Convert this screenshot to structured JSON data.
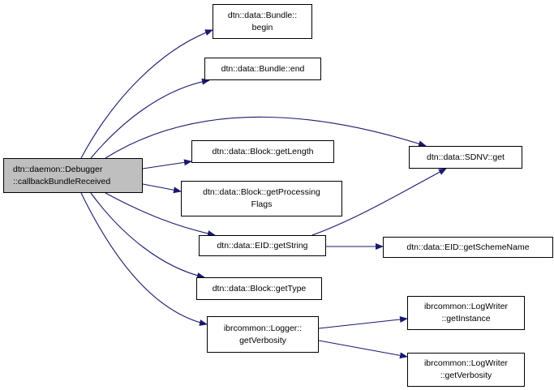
{
  "graph": {
    "edge_color": "#191970",
    "root_fill": "#bfbfbf",
    "nodes": [
      {
        "id": "root",
        "lines": [
          "dtn::daemon::Debugger",
          "::callbackBundleReceived"
        ]
      },
      {
        "id": "bundle_begin",
        "lines": [
          "dtn::data::Bundle::",
          "begin"
        ]
      },
      {
        "id": "bundle_end",
        "lines": [
          "dtn::data::Bundle::end"
        ]
      },
      {
        "id": "sdnv_get",
        "lines": [
          "dtn::data::SDNV::get"
        ]
      },
      {
        "id": "block_getlength",
        "lines": [
          "dtn::data::Block::getLength"
        ]
      },
      {
        "id": "block_getprocessingflags",
        "lines": [
          "dtn::data::Block::getProcessing",
          "Flags"
        ]
      },
      {
        "id": "eid_getstring",
        "lines": [
          "dtn::data::EID::getString"
        ]
      },
      {
        "id": "eid_getschemename",
        "lines": [
          "dtn::data::EID::getSchemeName"
        ]
      },
      {
        "id": "block_gettype",
        "lines": [
          "dtn::data::Block::getType"
        ]
      },
      {
        "id": "logger_getverbosity",
        "lines": [
          "ibrcommon::Logger::",
          "getVerbosity"
        ]
      },
      {
        "id": "logwriter_getinstance",
        "lines": [
          "ibrcommon::LogWriter",
          "::getInstance"
        ]
      },
      {
        "id": "logwriter_getverbosity",
        "lines": [
          "ibrcommon::LogWriter",
          "::getVerbosity"
        ]
      }
    ],
    "edges": [
      {
        "from": "root",
        "to": "bundle_begin"
      },
      {
        "from": "root",
        "to": "bundle_end"
      },
      {
        "from": "root",
        "to": "sdnv_get"
      },
      {
        "from": "root",
        "to": "block_getlength"
      },
      {
        "from": "root",
        "to": "block_getprocessingflags"
      },
      {
        "from": "root",
        "to": "eid_getstring"
      },
      {
        "from": "root",
        "to": "block_gettype"
      },
      {
        "from": "root",
        "to": "logger_getverbosity"
      },
      {
        "from": "eid_getstring",
        "to": "sdnv_get"
      },
      {
        "from": "eid_getstring",
        "to": "eid_getschemename"
      },
      {
        "from": "logger_getverbosity",
        "to": "logwriter_getinstance"
      },
      {
        "from": "logger_getverbosity",
        "to": "logwriter_getverbosity"
      }
    ]
  }
}
